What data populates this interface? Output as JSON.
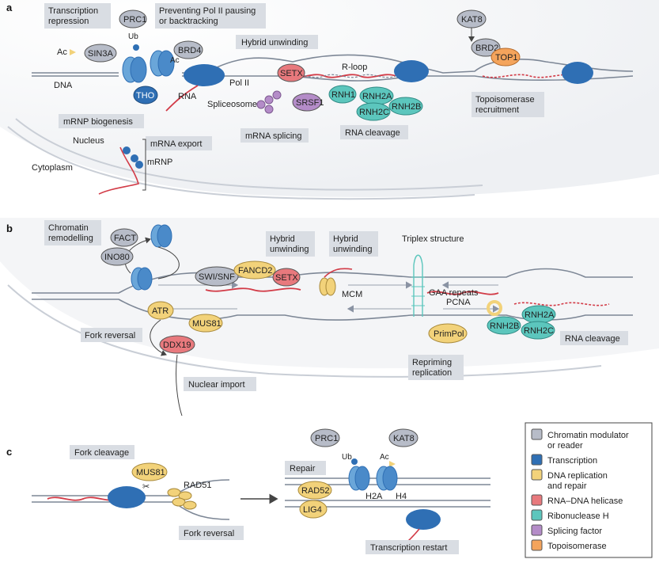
{
  "panels": {
    "a": "a",
    "b": "b",
    "c": "c"
  },
  "panel_a": {
    "transcription_repression": [
      "Transcription",
      "repression"
    ],
    "prc1": "PRC1",
    "ub": "Ub",
    "pausing": [
      "Preventing Pol II pausing",
      "or backtracking"
    ],
    "ac": "Ac",
    "sin3a": "SIN3A",
    "brd4": "BRD4",
    "ac2": "Ac",
    "dna": "DNA",
    "hybrid_unwinding": "Hybrid unwinding",
    "r_loop": "R-loop",
    "setx": "SETX",
    "tho": "THO",
    "rna": "RNA",
    "pol2": "Pol II",
    "spliceosome": "Spliceosome",
    "srsf1": "SRSF1",
    "rnh1": "RNH1",
    "rnh2a": "RNH2A",
    "rnh2b": "RNH2B",
    "rnh2c": "RNH2C",
    "kat8": "KAT8",
    "brd2": "BRD2",
    "top1": "TOP1",
    "topo_recruitment": [
      "Topoisomerase",
      "recruitment"
    ],
    "mrnp_biogenesis": "mRNP biogenesis",
    "nucleus": "Nucleus",
    "mrna_export": "mRNA export",
    "mrnp": "mRNP",
    "cytoplasm": "Cytoplasm",
    "mrna_splicing": "mRNA splicing",
    "rna_cleavage": "RNA cleavage"
  },
  "panel_b": {
    "chromatin_remodelling": [
      "Chromatin",
      "remodelling"
    ],
    "fact": "FACT",
    "ino80": "INO80",
    "swi_snf": "SWI/SNF",
    "fancd2": "FANCD2",
    "setx": "SETX",
    "hybrid_unwinding_1": [
      "Hybrid",
      "unwinding"
    ],
    "hybrid_unwinding_2": [
      "Hybrid",
      "unwinding"
    ],
    "mcm": "MCM",
    "triplex": "Triplex structure",
    "gaa": "GAA repeats",
    "pcna": "PCNA",
    "atr": "ATR",
    "mus81": "MUS81",
    "ddx19": "DDX19",
    "fork_reversal": "Fork reversal",
    "nuclear_import": "Nuclear import",
    "primpol": "PrimPol",
    "repriming": [
      "Repriming",
      "replication"
    ],
    "rnh2a": "RNH2A",
    "rnh2b": "RNH2B",
    "rnh2c": "RNH2C",
    "rna_cleavage": "RNA cleavage"
  },
  "panel_c": {
    "fork_cleavage": "Fork cleavage",
    "mus81": "MUS81",
    "rad51": "RAD51",
    "fork_reversal": "Fork reversal",
    "prc1": "PRC1",
    "kat8": "KAT8",
    "ub": "Ub",
    "ac": "Ac",
    "repair": "Repair",
    "rad52": "RAD52",
    "lig4": "LIG4",
    "h2a": "H2A",
    "h4": "H4",
    "transcription_restart": "Transcription restart"
  },
  "legend": [
    {
      "label": [
        "Chromatin modulator",
        "or reader"
      ],
      "color": "#b7bcc8"
    },
    {
      "label": [
        "Transcription"
      ],
      "color": "#2f6fb4"
    },
    {
      "label": [
        "DNA replication",
        "and repair"
      ],
      "color": "#f2d27a"
    },
    {
      "label": [
        "RNA–DNA helicase"
      ],
      "color": "#e8797d"
    },
    {
      "label": [
        "Ribonuclease H"
      ],
      "color": "#5cc6bd"
    },
    {
      "label": [
        "Splicing factor"
      ],
      "color": "#b48cc8"
    },
    {
      "label": [
        "Topoisomerase"
      ],
      "color": "#f4a45c"
    }
  ]
}
